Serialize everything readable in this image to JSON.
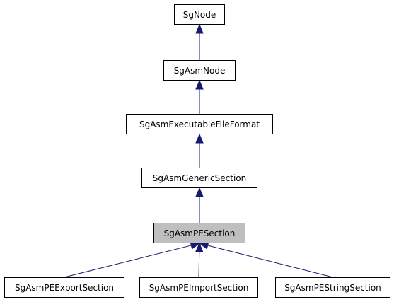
{
  "diagram": {
    "edge_color": "#191970",
    "current_node_color": "#bfbfbf",
    "nodes": {
      "sgnode": "SgNode",
      "sgasmnode": "SgAsmNode",
      "executable_file_format": "SgAsmExecutableFileFormat",
      "generic_section": "SgAsmGenericSection",
      "pe_section": "SgAsmPESection",
      "pe_export_section": "SgAsmPEExportSection",
      "pe_import_section": "SgAsmPEImportSection",
      "pe_string_section": "SgAsmPEStringSection"
    },
    "edges": [
      {
        "from": "sgasmnode",
        "to": "sgnode"
      },
      {
        "from": "executable_file_format",
        "to": "sgasmnode"
      },
      {
        "from": "generic_section",
        "to": "executable_file_format"
      },
      {
        "from": "pe_section",
        "to": "generic_section"
      },
      {
        "from": "pe_export_section",
        "to": "pe_section"
      },
      {
        "from": "pe_import_section",
        "to": "pe_section"
      },
      {
        "from": "pe_string_section",
        "to": "pe_section"
      }
    ]
  }
}
